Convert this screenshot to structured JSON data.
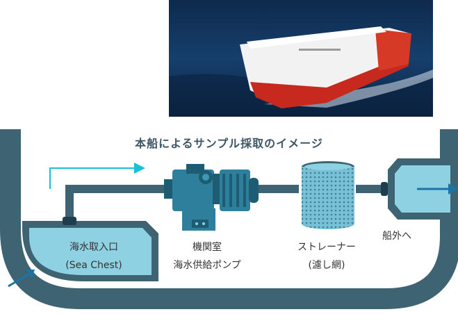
{
  "title": "本船によるサンプル採取のイメージ",
  "labels": {
    "sea_chest_line1": "海水取入口",
    "sea_chest_line2": "(Sea Chest)",
    "pump_line1": "機関室",
    "pump_line2": "海水供給ポンプ",
    "strainer_line1": "ストレーナー",
    "strainer_line2": "(濾し網)",
    "outboard": "船外へ"
  },
  "colors": {
    "pipe": "#3e6474",
    "water": "#8ed1e3",
    "pump_body": "#2d7f9b",
    "pump_dark": "#1d5c73",
    "strainer": "#77c0d6",
    "flow_arrow": "#19c1d6",
    "inflow_arrow": "#1a75a6",
    "title": "#3d5664"
  },
  "icons": [
    "car-carrier-ship-photo",
    "seawater-inlet-arrow",
    "flow-direction-arrow",
    "seawater-pump-icon",
    "strainer-icon",
    "outlet-arrow"
  ]
}
